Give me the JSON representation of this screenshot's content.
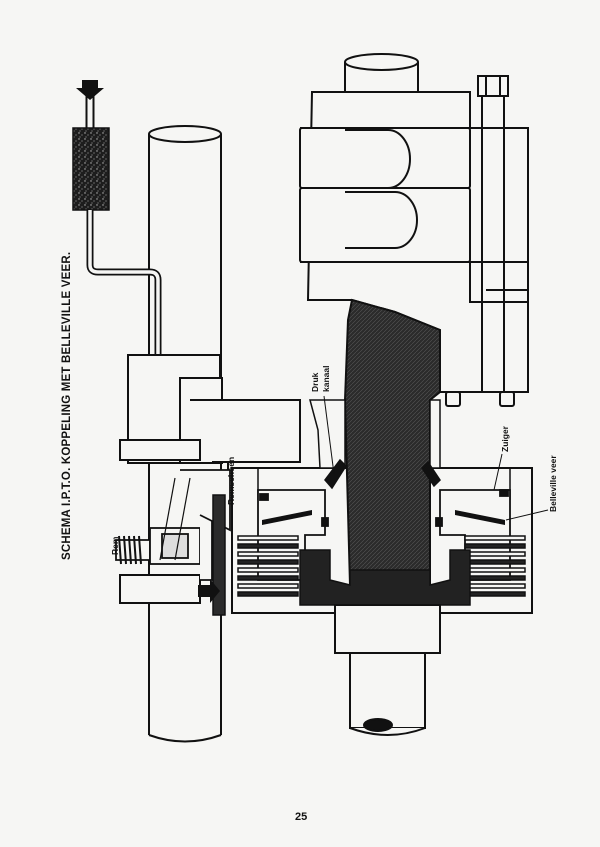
{
  "title": "SCHEMA I.P.T.O. KOPPELING MET BELLEVILLE VEER.",
  "labels": {
    "rem": "Rem",
    "remschoen": "Remschoen",
    "druk": "Druk",
    "kanaal": "kanaal",
    "zuiger": "Zuiger",
    "belleville": "Belleville veer"
  },
  "page_number": "25",
  "colors": {
    "ink": "#111111",
    "paper": "#f6f6f4",
    "shade": "#2a2a2a"
  }
}
